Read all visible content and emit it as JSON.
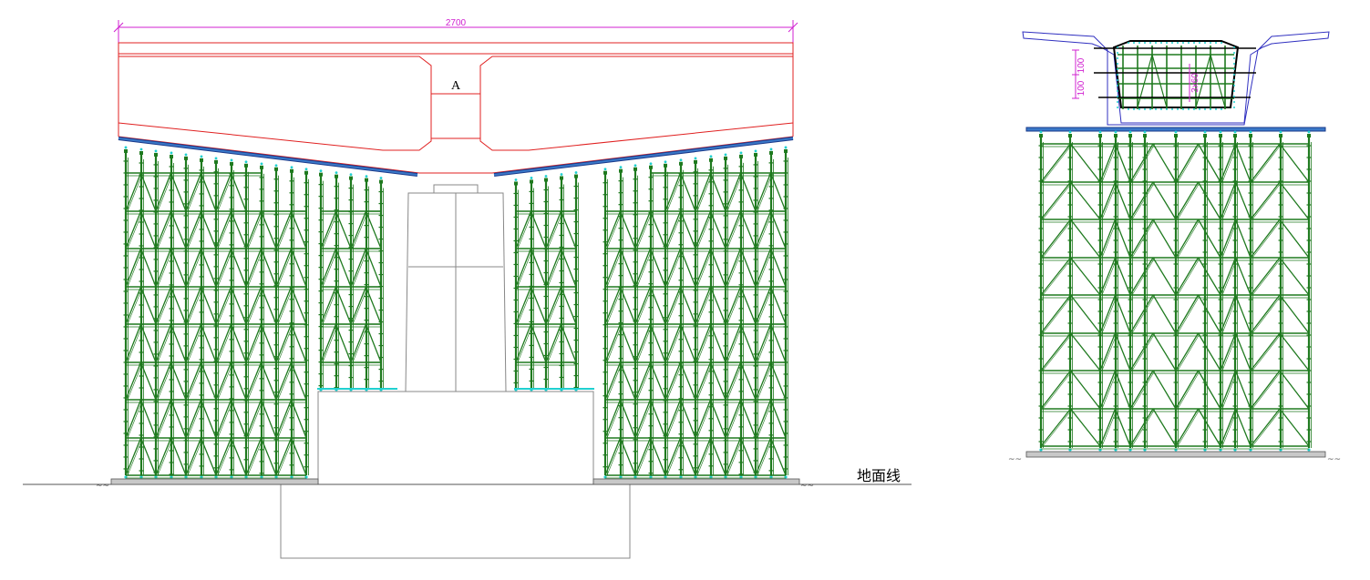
{
  "elevation": {
    "span_dimension": "2700",
    "section_label": "A",
    "ground_label": "地面线"
  },
  "cross_section": {
    "dims": [
      "100",
      "100",
      "3x60"
    ]
  },
  "colors": {
    "scaffold": "#1f7a1f",
    "beam_outline": "#e02020",
    "box_girder_outline": "#3030c0",
    "dimension": "#d020d0",
    "distribution_beam": "#3a78c8",
    "node_marker": "#20d0d0",
    "foundation": "#555555"
  }
}
